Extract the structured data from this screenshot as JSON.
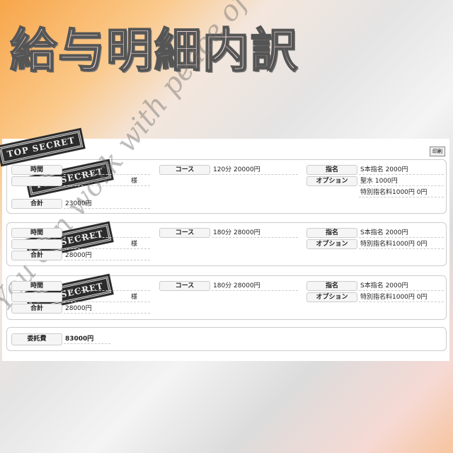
{
  "title": "給与明細内訳",
  "print_label": "印刷",
  "stamp_text": "TOP SECRET",
  "watermark": "You can work with peace of mind!",
  "labels": {
    "time": "時間",
    "total": "合計",
    "course": "コース",
    "nomination": "指名",
    "option": "オプション",
    "fee": "委託費"
  },
  "cards": [
    {
      "customer_suffix": "様",
      "total": "23000円",
      "course": "120分 20000円",
      "nomination": "S本指名 2000円",
      "options": [
        "聖水 1000円",
        "特別指名料1000円 0円"
      ]
    },
    {
      "customer_suffix": "様",
      "total": "28000円",
      "course": "180分 28000円",
      "nomination": "S本指名 2000円",
      "options": [
        "特別指名料1000円 0円"
      ]
    },
    {
      "customer_suffix": "様",
      "total": "28000円",
      "course": "180分 28000円",
      "nomination": "S本指名 2000円",
      "options": [
        "特別指名料1000円 0円"
      ]
    }
  ],
  "fee_total": "83000円"
}
